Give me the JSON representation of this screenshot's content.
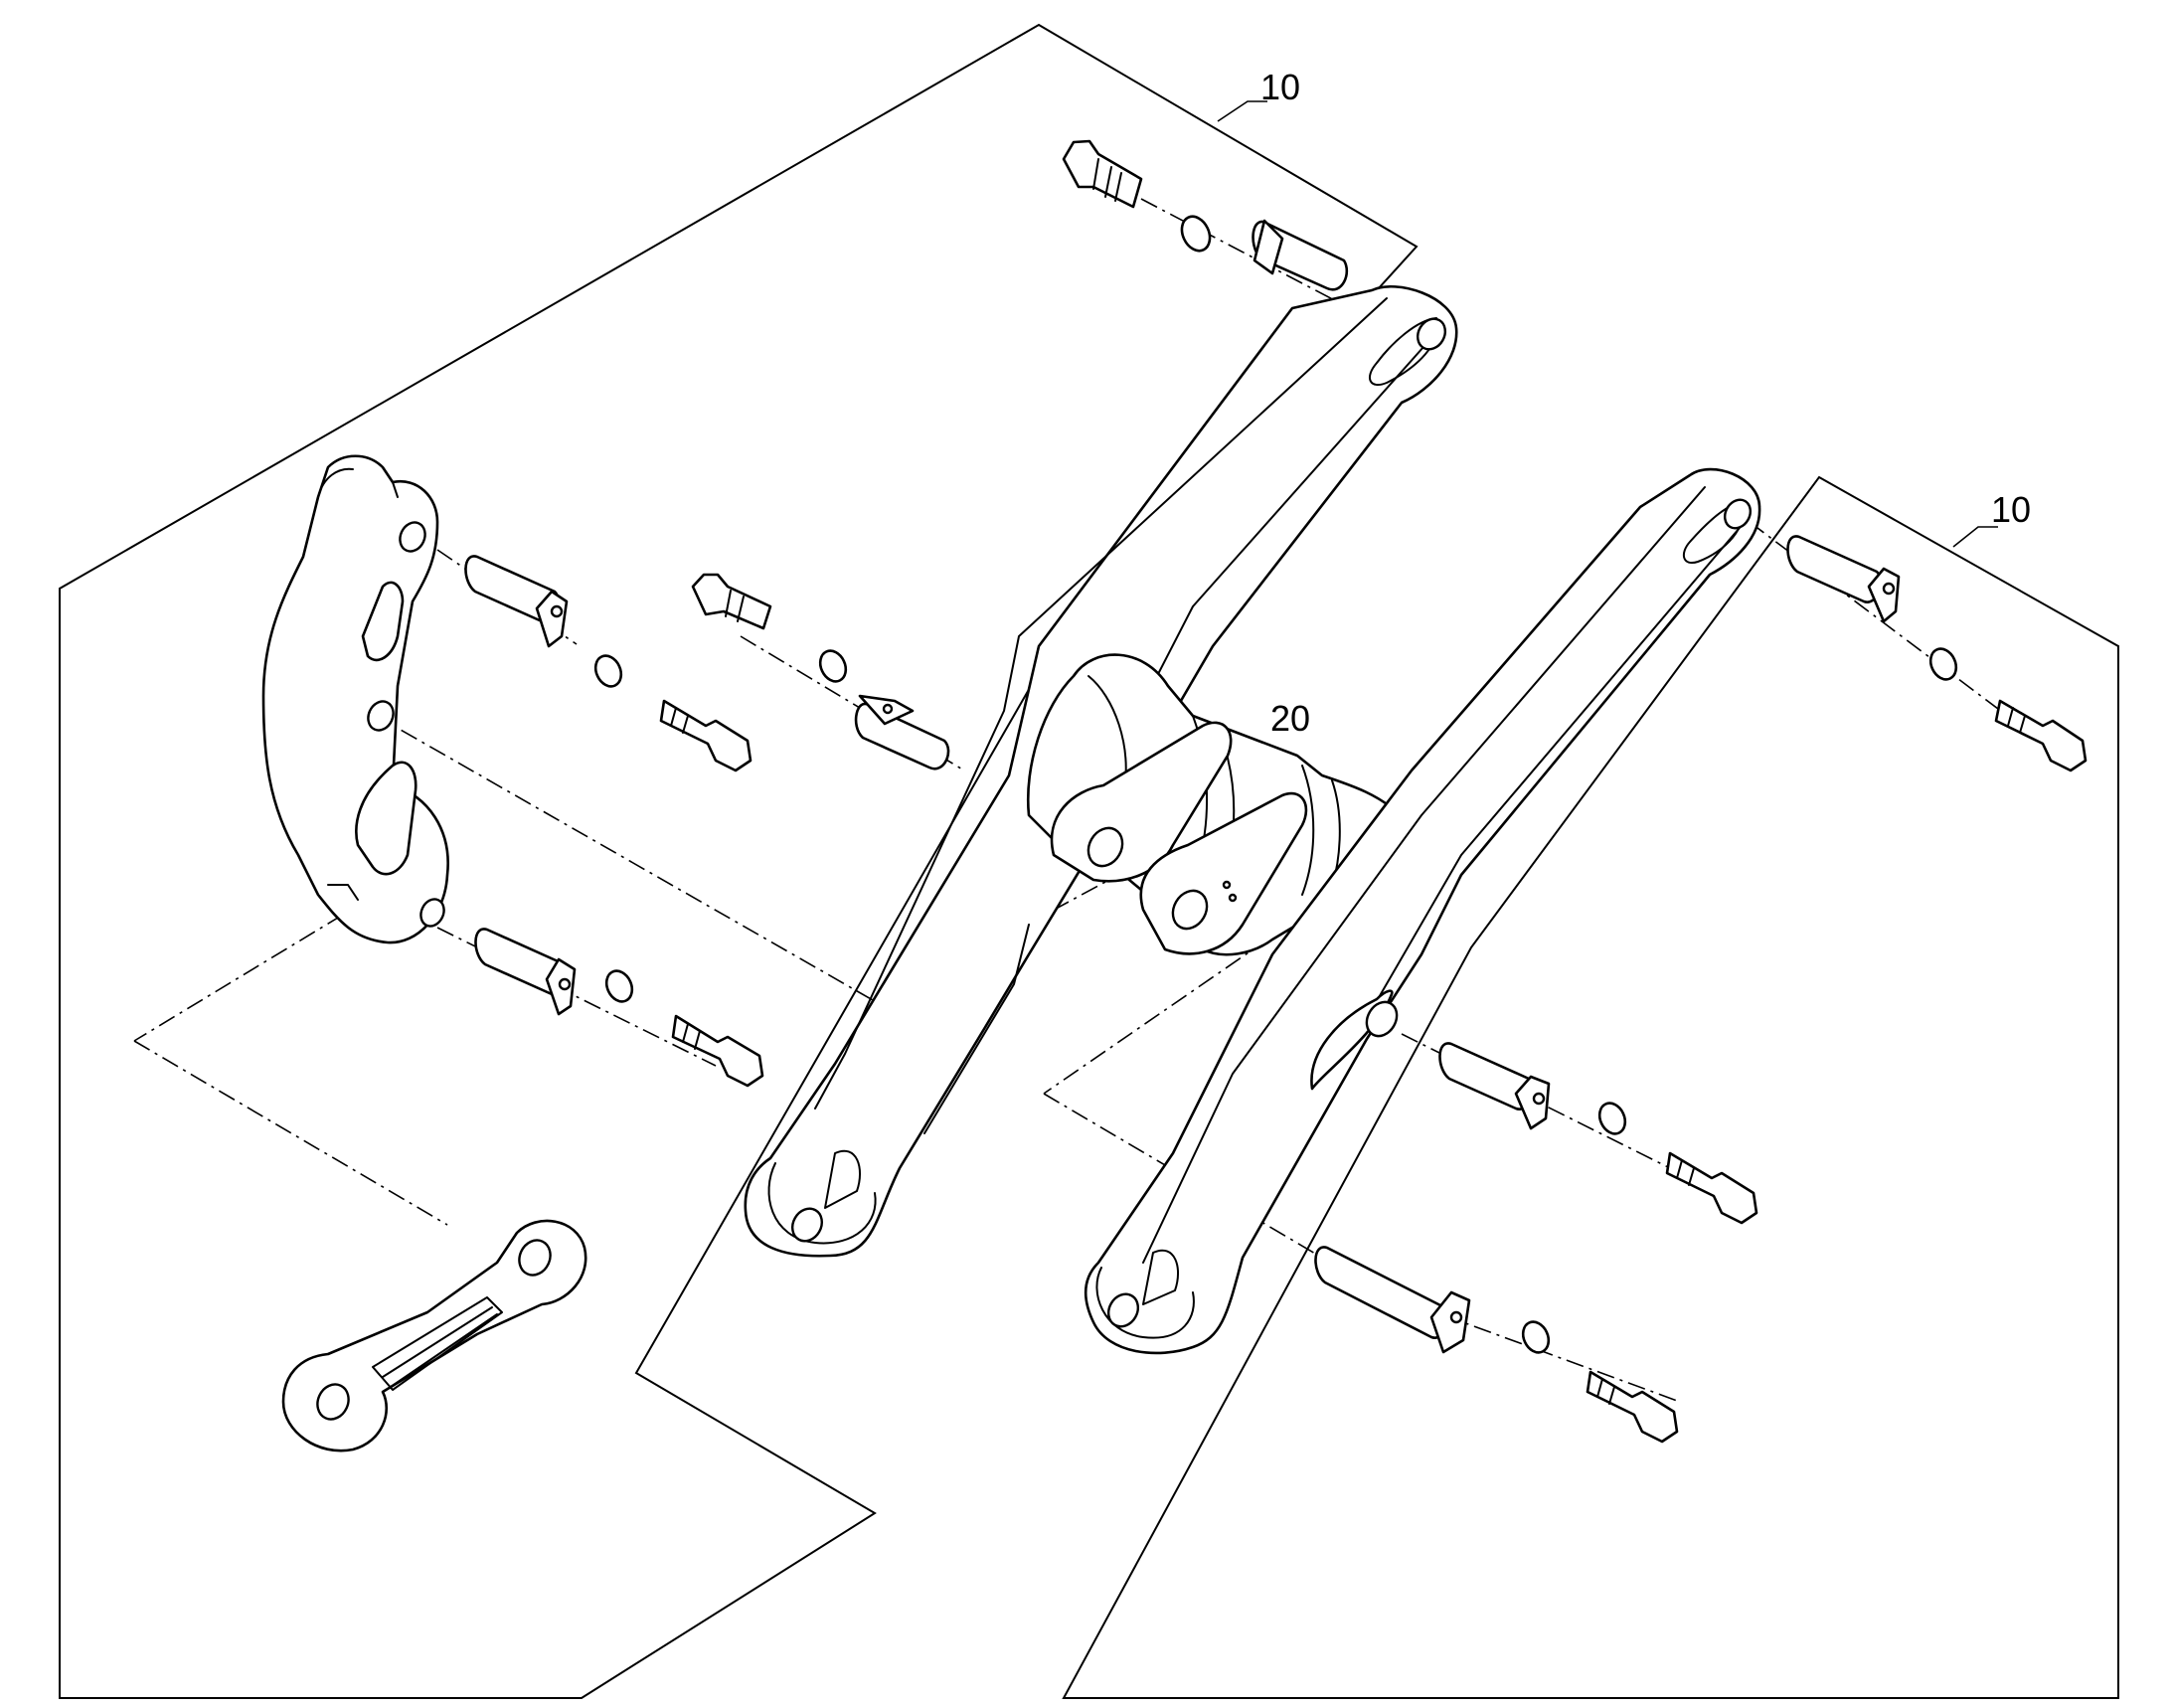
{
  "diagram": {
    "callouts": [
      {
        "id": "callout-10-top",
        "text": "10"
      },
      {
        "id": "callout-10-right",
        "text": "10"
      },
      {
        "id": "callout-20",
        "text": "20"
      }
    ]
  }
}
